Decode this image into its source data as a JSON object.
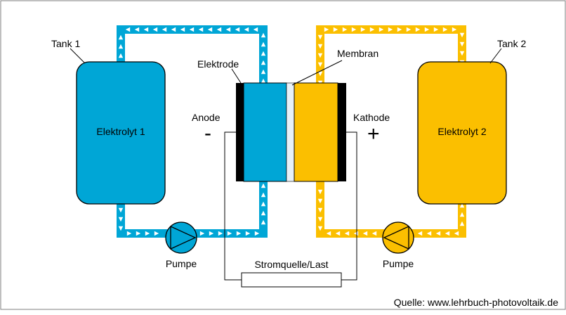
{
  "labels": {
    "tank1": "Tank 1",
    "tank2": "Tank 2",
    "electrolyte1": "Elektrolyt 1",
    "electrolyte2": "Elektrolyt 2",
    "electrode": "Elektrode",
    "membrane": "Membran",
    "anode": "Anode",
    "cathode": "Kathode",
    "minus": "-",
    "plus": "+",
    "pump_left": "Pumpe",
    "pump_right": "Pumpe",
    "load": "Stromquelle/Last",
    "source": "Quelle: www.lehrbuch-photovoltaik.de"
  },
  "colors": {
    "electrolyte1": "#00a6d6",
    "electrolyte2": "#fbbf00",
    "membrane": "#e8f1f8",
    "electrode": "#000000",
    "arrow": "#ffffff"
  }
}
